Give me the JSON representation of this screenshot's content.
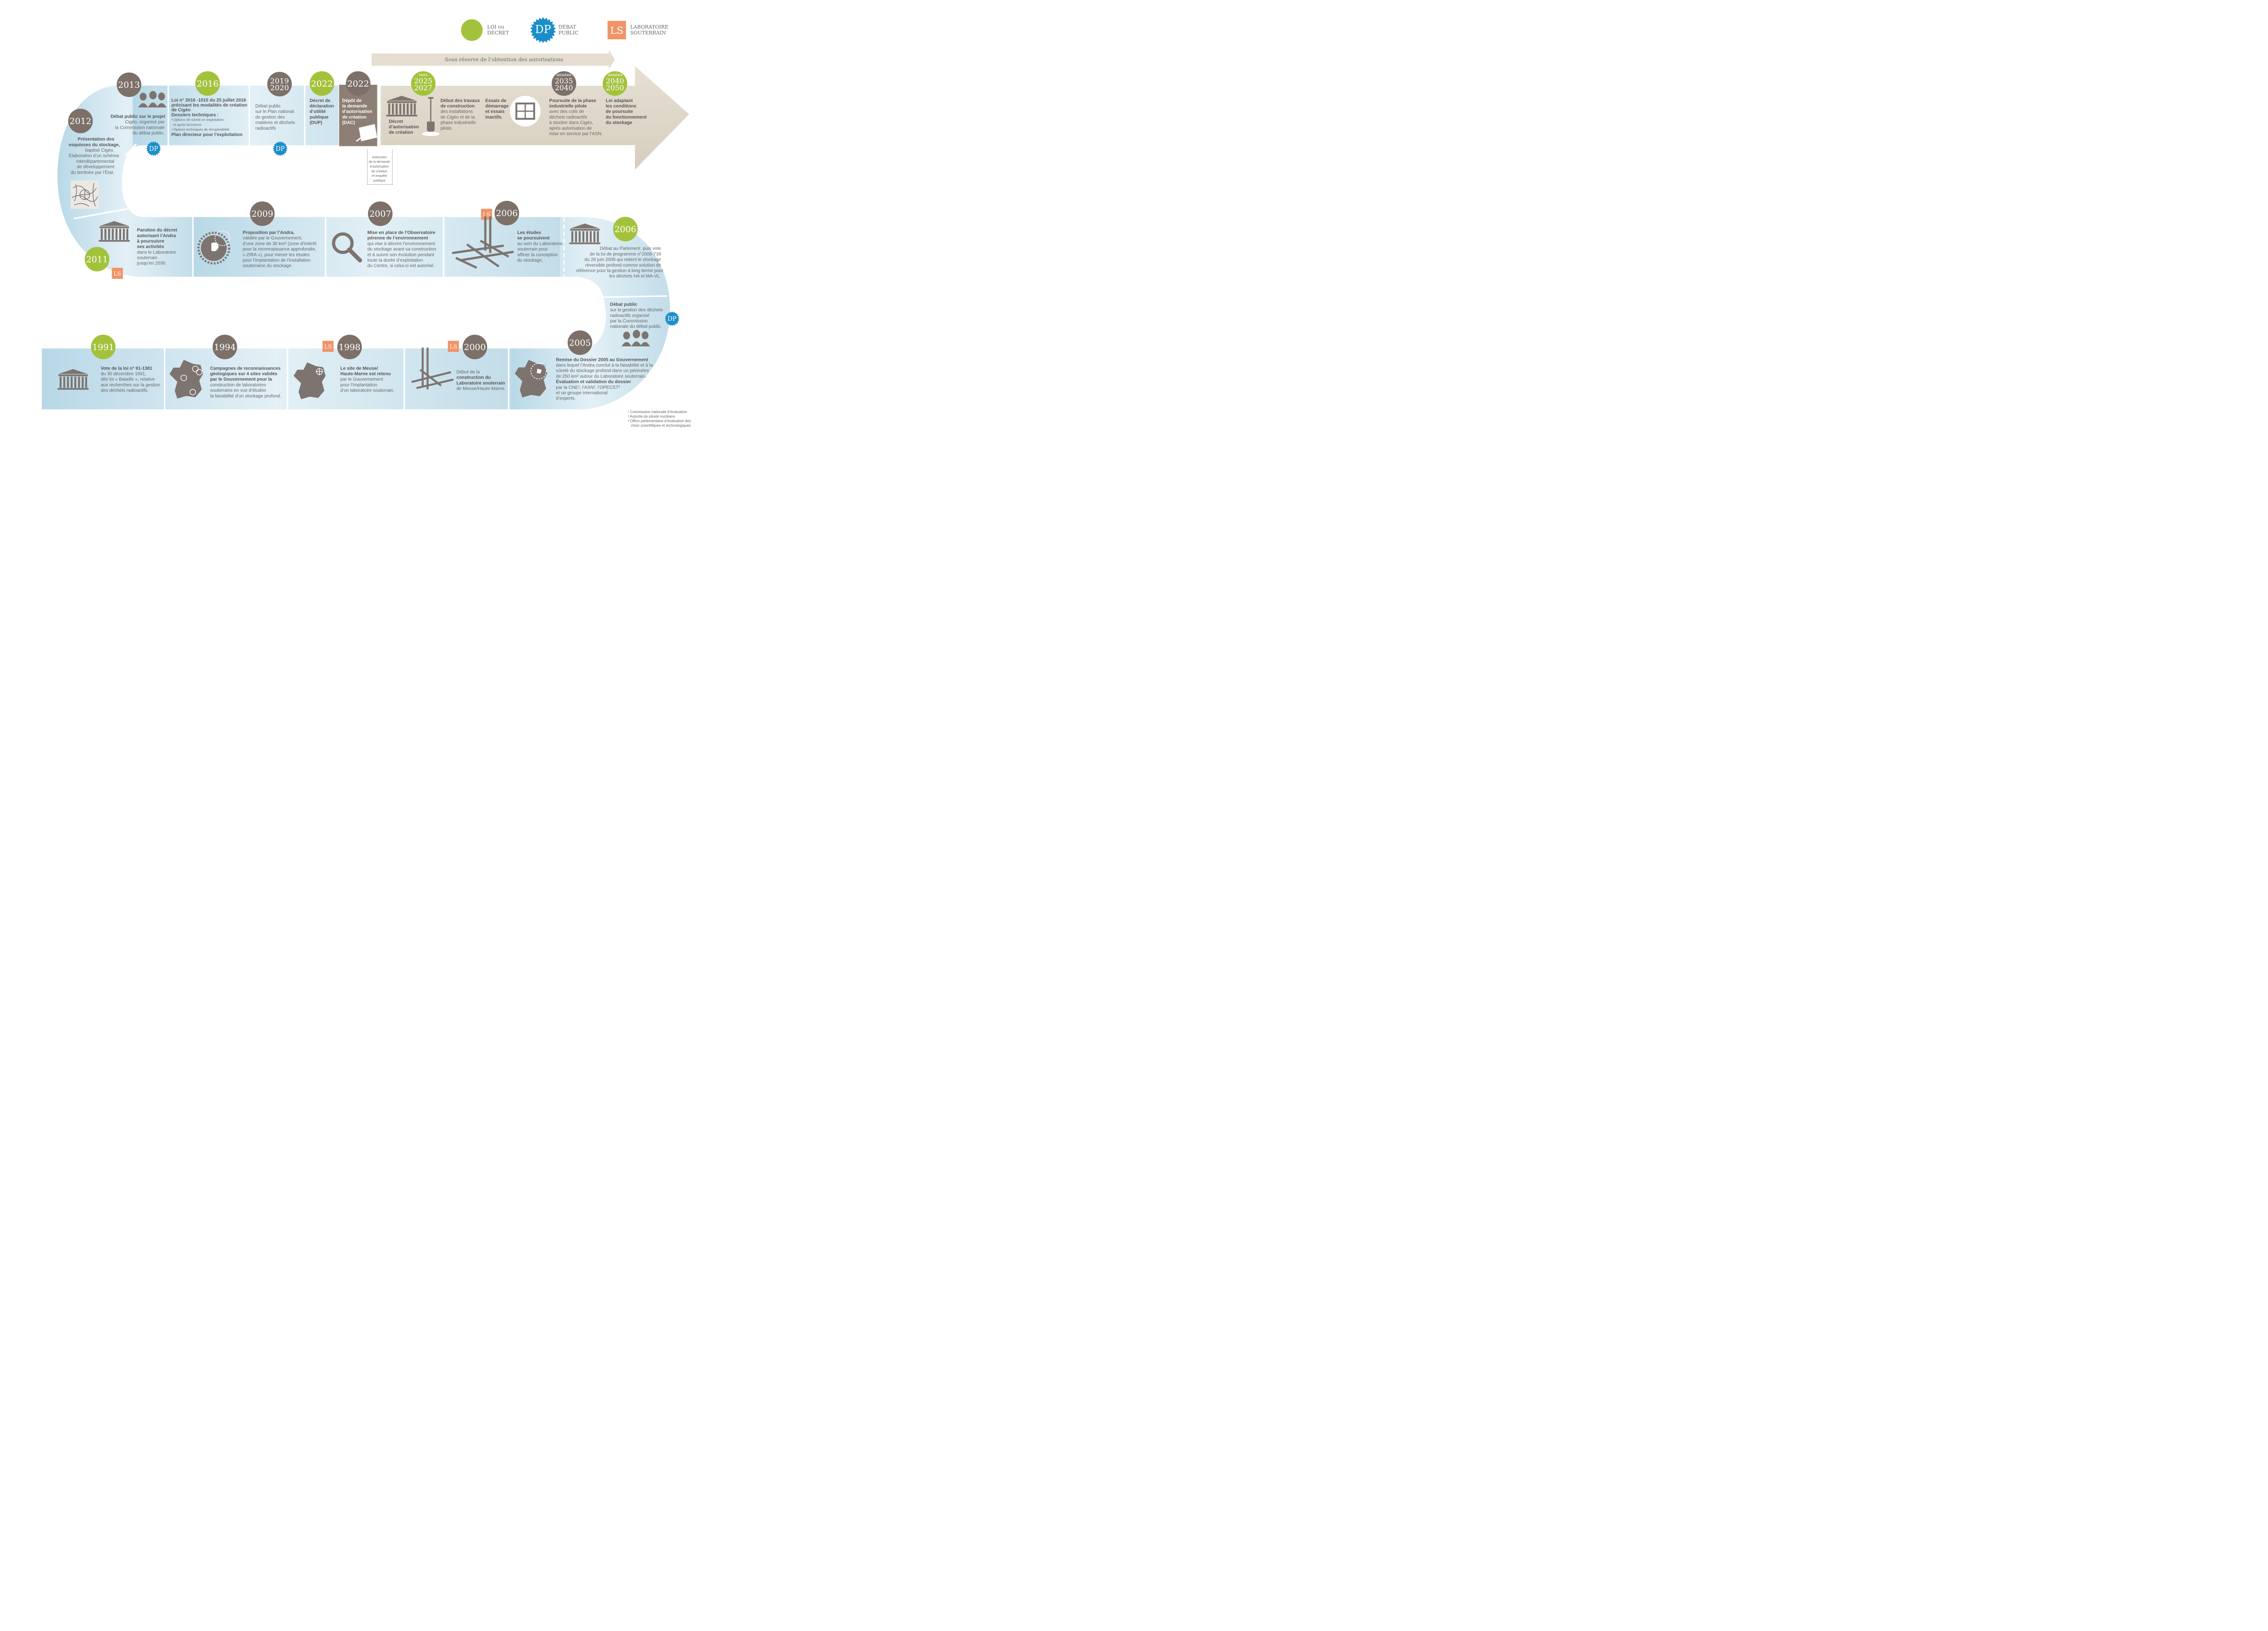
{
  "colors": {
    "green": "#a3c23c",
    "taupe": "#7c7068",
    "blue": "#1b8ec9",
    "salmon": "#ef9468",
    "band": "#d2e7f0",
    "beige": "#dcd4c5",
    "dark_panel": "#8d7f75"
  },
  "legend": [
    {
      "badge": "",
      "label": "LOI ou\nDÉCRET",
      "icon": "green-circle-icon"
    },
    {
      "badge": "DP",
      "label": "DÉBAT\nPUBLIC",
      "icon": "blue-starburst-icon"
    },
    {
      "badge": "LS",
      "label": "LABORATOIRE\nSOUTERRAIN",
      "icon": "salmon-square-icon"
    }
  ],
  "arrow_banner": "Sous réserve de l’obtention des autorisations",
  "badge_labels": {
    "dp": "DP",
    "ls": "LS"
  },
  "years": {
    "y2013": "2013",
    "y2012": "2012",
    "y2016": "2016",
    "y2019": "2019",
    "y2020": "2020",
    "y2022a": "2022",
    "y2022b": "2022",
    "vers": "vers",
    "y2025": "2025",
    "y2027": "2027",
    "annees1": "années",
    "y2035": "2035",
    "y2040a": "2040",
    "annees2": "années",
    "y2040b": "2040",
    "y2050": "2050",
    "y2011": "2011",
    "y2009": "2009",
    "y2007": "2007",
    "y2006a": "2006",
    "y2006b": "2006",
    "y1991": "1991",
    "y1994": "1994",
    "y1998": "1998",
    "y2000": "2000",
    "y2005": "2005"
  },
  "texts": {
    "t2013": [
      [
        "Débat public sur le projet",
        true
      ],
      [
        "Cigéo, organisé par",
        false
      ],
      [
        "la Commission nationale",
        false
      ],
      [
        "du débat public.",
        false
      ]
    ],
    "t2012": [
      [
        "Présentation des",
        true
      ],
      [
        "esquisses du stockage,",
        true
      ],
      [
        "baptisé Cigéo.",
        false
      ],
      [
        "Élaboration d’un schéma",
        false
      ],
      [
        "interdépartemental",
        false
      ],
      [
        "de développement",
        false
      ],
      [
        "du territoire par l’État.",
        false
      ]
    ],
    "t2016": [
      [
        "Loi n° 2016 -1015 du 25 juillet 2016",
        true
      ],
      [
        "précisant les modalités de création",
        true
      ],
      [
        "de Cigéo",
        true
      ],
      [
        "Dossiers techniques :",
        true
      ],
      [
        "• Options de sûreté en exploitation",
        false
      ],
      [
        "  et après fermeture",
        false
      ],
      [
        "• Options techniques de récupérabilité",
        false
      ],
      [
        "Plan directeur pour l’exploitation",
        true
      ]
    ],
    "t2019": [
      [
        "Débat public",
        false
      ],
      [
        "sur le Plan national",
        false
      ],
      [
        "de gestion des",
        false
      ],
      [
        "matières et déchets",
        false
      ],
      [
        "radioactifs",
        false
      ]
    ],
    "t2022a": [
      [
        "Décret de",
        true
      ],
      [
        "déclaration",
        true
      ],
      [
        "d’utilité",
        true
      ],
      [
        "publique",
        true
      ],
      [
        "(DUP)",
        true
      ]
    ],
    "t2022b": [
      [
        "Dépôt de",
        true
      ],
      [
        "la demande",
        true
      ],
      [
        "d’autorisation",
        true
      ],
      [
        "de création",
        true
      ],
      [
        "(DAC)",
        true
      ]
    ],
    "tdecret": [
      [
        "Décret",
        true
      ],
      [
        "d’autorisation",
        true
      ],
      [
        "de création",
        true
      ]
    ],
    "t2025": [
      [
        "Début des travaux",
        true
      ],
      [
        "de construction",
        true
      ],
      [
        "des installations",
        false
      ],
      [
        "de Cigéo et de la",
        false
      ],
      [
        "phase industrielle",
        false
      ],
      [
        "pilote.",
        false
      ]
    ],
    "tessais": [
      [
        "Essais de",
        true
      ],
      [
        "démarrage",
        true
      ],
      [
        "et essais",
        true
      ],
      [
        "inactifs.",
        true
      ]
    ],
    "t2035": [
      [
        "Poursuite de la phase",
        true
      ],
      [
        "industrielle pilote",
        true
      ],
      [
        "avec des colis de",
        false
      ],
      [
        "déchets radioactifs",
        false
      ],
      [
        "à stocker dans Cigéo,",
        false
      ],
      [
        "après autorisation de",
        false
      ],
      [
        "mise en service par l’ASN.",
        false
      ]
    ],
    "t2040": [
      [
        "Loi adaptant",
        true
      ],
      [
        "les conditions",
        true
      ],
      [
        "de poursuite",
        true
      ],
      [
        "du fonctionnement",
        true
      ],
      [
        "du stockage",
        true
      ]
    ],
    "tinstr": [
      [
        "Instruction",
        false
      ],
      [
        "de la demande",
        false
      ],
      [
        "d’autorisation",
        false
      ],
      [
        "de création",
        false
      ],
      [
        "et enquête",
        false
      ],
      [
        "publique",
        false
      ]
    ],
    "t2011": [
      [
        "Parution du décret",
        true
      ],
      [
        "autorisant l’Andra",
        true
      ],
      [
        "à poursuivre",
        true
      ],
      [
        "ses activités",
        true
      ],
      [
        "dans le Laboratoire",
        false
      ],
      [
        "souterrain",
        false
      ],
      [
        "jusqu’en 2030.",
        false
      ]
    ],
    "t2009": [
      [
        "Proposition par l’Andra,",
        true
      ],
      [
        "validée par le Gouvernement,",
        false
      ],
      [
        "d’une zone de 30 km² (zone d’intérêt",
        false
      ],
      [
        "pour la reconnaissance approfondie,",
        false
      ],
      [
        "« ZIRA »), pour mener les études",
        false
      ],
      [
        "pour l’implantation de l’installation",
        false
      ],
      [
        "souterraine du stockage.",
        false
      ]
    ],
    "t2007": [
      [
        "Mise en place de l’Observatoire",
        true
      ],
      [
        "pérenne de l’environnement",
        true
      ],
      [
        "qui vise à décrire l’environnement",
        false
      ],
      [
        "du stockage avant sa construction",
        false
      ],
      [
        "et à suivre son évolution pendant",
        false
      ],
      [
        "toute la durée d’exploitation",
        false
      ],
      [
        "du Centre, si celui-ci est autorisé.",
        false
      ]
    ],
    "t2006a": [
      [
        "Les études",
        true
      ],
      [
        "se poursuivent",
        true
      ],
      [
        "au sein du Laboratoire",
        false
      ],
      [
        "souterrain pour",
        false
      ],
      [
        "affiner la conception",
        false
      ],
      [
        "du stockage.",
        false
      ]
    ],
    "t2006b": [
      [
        "Débat au Parlement  puis vote",
        false
      ],
      [
        "de la loi de programme n°2006-739",
        false
      ],
      [
        "du 28 juin 2006 qui retient le stockage",
        false
      ],
      [
        "réversible profond comme solution de",
        false
      ],
      [
        "référence pour la gestion à long terme pour",
        false
      ],
      [
        "les déchets HA et MA-VL.",
        false
      ]
    ],
    "tdp2005": [
      [
        "Débat public",
        true
      ],
      [
        "sur la gestion des déchets",
        false
      ],
      [
        "radioactifs organisé",
        false
      ],
      [
        "par la Commission",
        false
      ],
      [
        "nationale du débat public.",
        false
      ]
    ],
    "t1991": [
      [
        "Vote de la loi n° 91-1381",
        true
      ],
      [
        "du 30 décembre 1991,",
        false
      ],
      [
        "dite loi « Bataille », relative",
        false
      ],
      [
        "aux recherches sur la gestion",
        false
      ],
      [
        "des déchets radioactifs.",
        false
      ]
    ],
    "t1994": [
      [
        "Campagnes de reconnaissances",
        true
      ],
      [
        "géologiques sur 4 sites validés",
        true
      ],
      [
        "par le Gouvernement pour la",
        true
      ],
      [
        "construction de laboratoires",
        false
      ],
      [
        "souterrains en vue d’étudier",
        false
      ],
      [
        "la faisabilité d’un stockage profond.",
        false
      ]
    ],
    "t1998": [
      [
        "Le site de Meuse/",
        true
      ],
      [
        "Haute-Marne est retenu",
        true
      ],
      [
        "par le Gouvernement",
        false
      ],
      [
        "pour l’implantation",
        false
      ],
      [
        "d’un laboratoire souterrain.",
        false
      ]
    ],
    "t2000": [
      [
        "Début de la",
        false
      ],
      [
        "construction du",
        true
      ],
      [
        "Laboratoire souterrain",
        true
      ],
      [
        "de Meuse/Haute-Marne.",
        false
      ]
    ],
    "t2005": [
      [
        "Remise du Dossier 2005 au Gouvernement",
        true
      ],
      [
        "dans lequel l’Andra conclut à la faisabilité et à la",
        false
      ],
      [
        "sûreté du stockage profond dans un périmètre",
        false
      ],
      [
        "de 250 km² autour du Laboratoire souterrain.",
        false
      ],
      [
        "Évaluation et validation du dossier",
        true
      ],
      [
        "par la CNE¹, l’ASN², l’OPECST³",
        false
      ],
      [
        "et un groupe international",
        false
      ],
      [
        "d’experts.",
        false
      ]
    ]
  },
  "footnotes": [
    "¹ Commission nationale d’évaluation",
    "² Autorité de sûreté nucléaire",
    "³ Office parlementaire d’évaluation des",
    "   choix scientifiques et technologiques"
  ]
}
